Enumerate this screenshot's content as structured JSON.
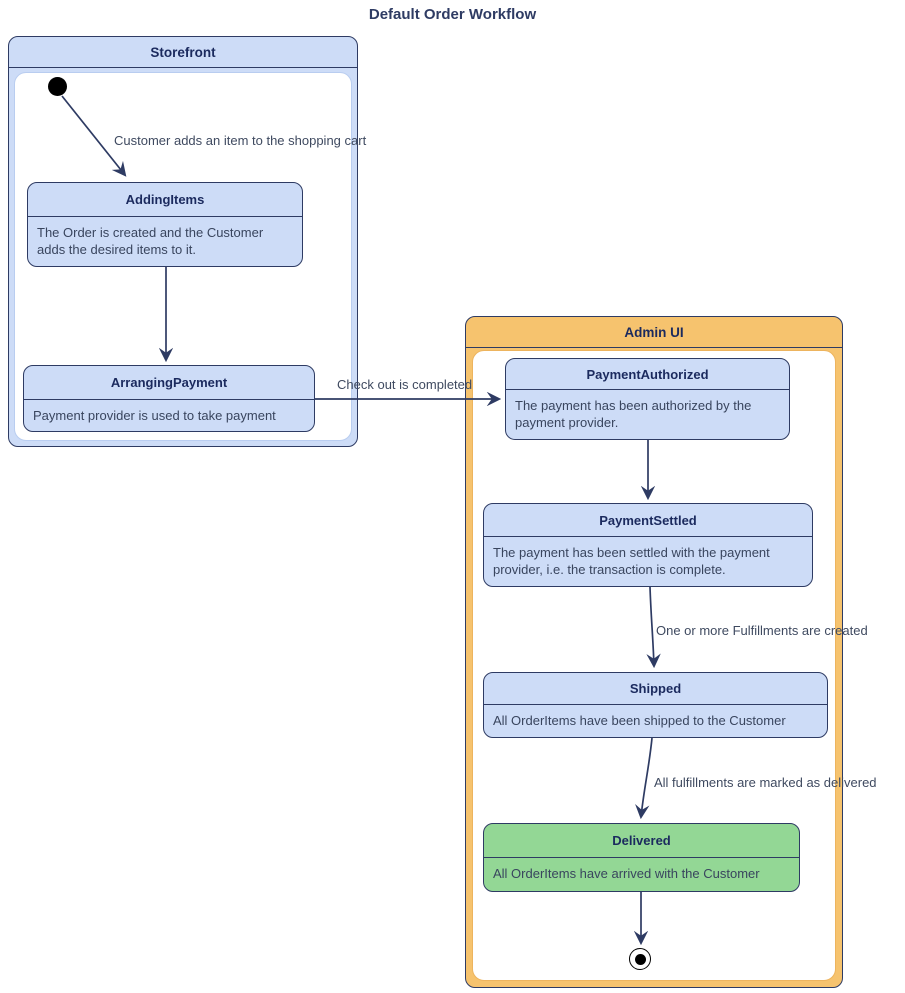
{
  "title": "Default Order Workflow",
  "containers": {
    "storefront": {
      "label": "Storefront"
    },
    "admin": {
      "label": "Admin UI"
    }
  },
  "states": {
    "addingItems": {
      "title": "AddingItems",
      "body": "The Order is created and the Customer adds the desired items to it."
    },
    "arrangingPayment": {
      "title": "ArrangingPayment",
      "body": "Payment provider is used to take payment"
    },
    "paymentAuthorized": {
      "title": "PaymentAuthorized",
      "body": "The payment has been authorized by the payment provider."
    },
    "paymentSettled": {
      "title": "PaymentSettled",
      "body": "The payment has been settled with the payment provider, i.e. the transaction is complete."
    },
    "shipped": {
      "title": "Shipped",
      "body": "All OrderItems have been shipped to the Customer"
    },
    "delivered": {
      "title": "Delivered",
      "body": "All OrderItems have arrived with the Customer"
    }
  },
  "edges": {
    "initToAdding": {
      "label": "Customer adds an item to the shopping cart"
    },
    "addingToArranging": {
      "label": ""
    },
    "arrangingToAuthorized": {
      "label": "Check out is completed"
    },
    "authorizedToSettled": {
      "label": ""
    },
    "settledToShipped": {
      "label": "One or more Fulfillments are created"
    },
    "shippedToDelivered": {
      "label": "All fulfillments are marked as delivered"
    },
    "deliveredToFinal": {
      "label": ""
    }
  },
  "colors": {
    "navy": "#2e3b63",
    "blue_fill": "#cddcf7",
    "blue_border": "#b9cdf0",
    "orange_fill": "#f6c36e",
    "orange_border": "#edb45e",
    "green_fill": "#93d795",
    "label_color": "#3f4a60",
    "body_text": "#39455e",
    "title_text": "#1b2a5e"
  }
}
